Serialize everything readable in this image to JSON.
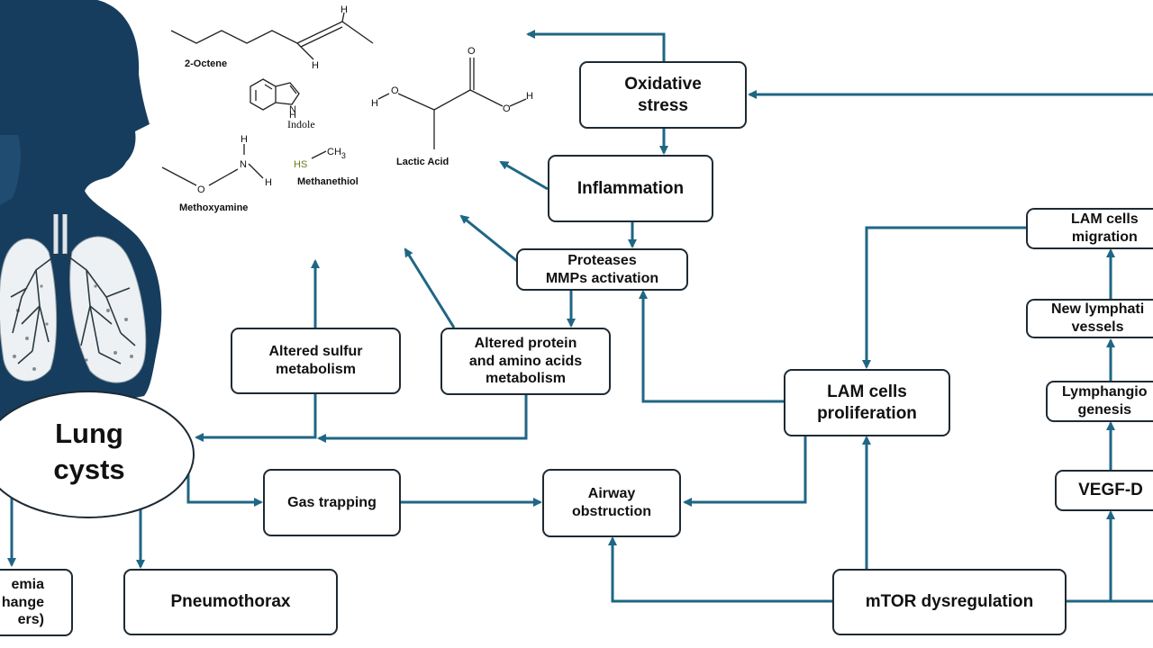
{
  "molecules": {
    "octene": "2-Octene",
    "indole": "Indole",
    "methoxyamine": "Methoxyamine",
    "methanethiol": "Methanethiol",
    "lactic_acid": "Lactic Acid",
    "atoms": {
      "H": "H",
      "N": "N",
      "O": "O",
      "HS": "HS",
      "CH3": "CH3"
    }
  },
  "nodes": {
    "oxidative_stress": "Oxidative\nstress",
    "inflammation": "Inflammation",
    "proteases": "Proteases\nMMPs activation",
    "altered_sulfur": "Altered sulfur\nmetabolism",
    "altered_protein": "Altered protein\nand amino acids\nmetabolism",
    "lung_cysts": "Lung\ncysts",
    "gas_trapping": "Gas trapping",
    "airway_obstruction": "Airway\nobstruction",
    "lam_proliferation": "LAM cells\nproliferation",
    "mtor": "mTOR dysregulation",
    "vegf_d": "VEGF-D",
    "lymphangiogenesis": "Lymphangio\ngenesis",
    "new_lymphatic": "New lymphati\nvessels",
    "lam_migration": "LAM cells\nmigration",
    "pneumothorax": "Pneumothorax",
    "hypoxemia": "emia\nhange\ners)"
  },
  "colors": {
    "arrow": "#1f6685",
    "silhouette": "#173d5e",
    "box_border": "#1e2a33"
  }
}
